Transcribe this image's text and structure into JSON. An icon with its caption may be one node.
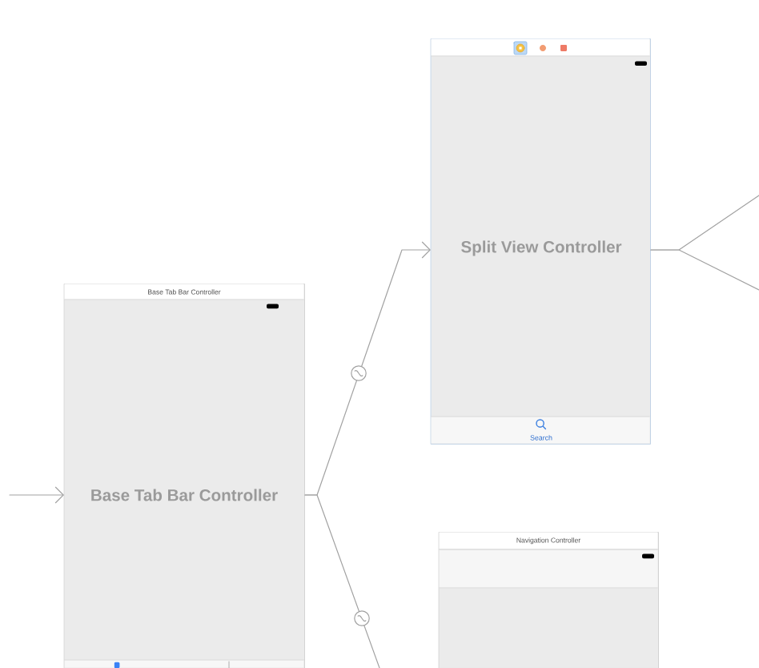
{
  "diagram": {
    "nodes": [
      {
        "text": [
          "Base Tab Bar Controller",
          "Base Tab Bar Controller"
        ]
      },
      {
        "text": [
          "Split View Controller",
          "Search"
        ]
      },
      {
        "text": [
          "Navigation Controller"
        ]
      }
    ],
    "edges": [
      {
        "from": null,
        "to": 0,
        "arrow": "to"
      },
      {
        "from": 0,
        "to": 1,
        "arrow": "to"
      },
      {
        "from": 0,
        "to": null,
        "arrow": "none"
      },
      {
        "from": 1,
        "to": null,
        "arrow": "none"
      },
      {
        "from": 1,
        "to": null,
        "arrow": "none"
      }
    ]
  }
}
